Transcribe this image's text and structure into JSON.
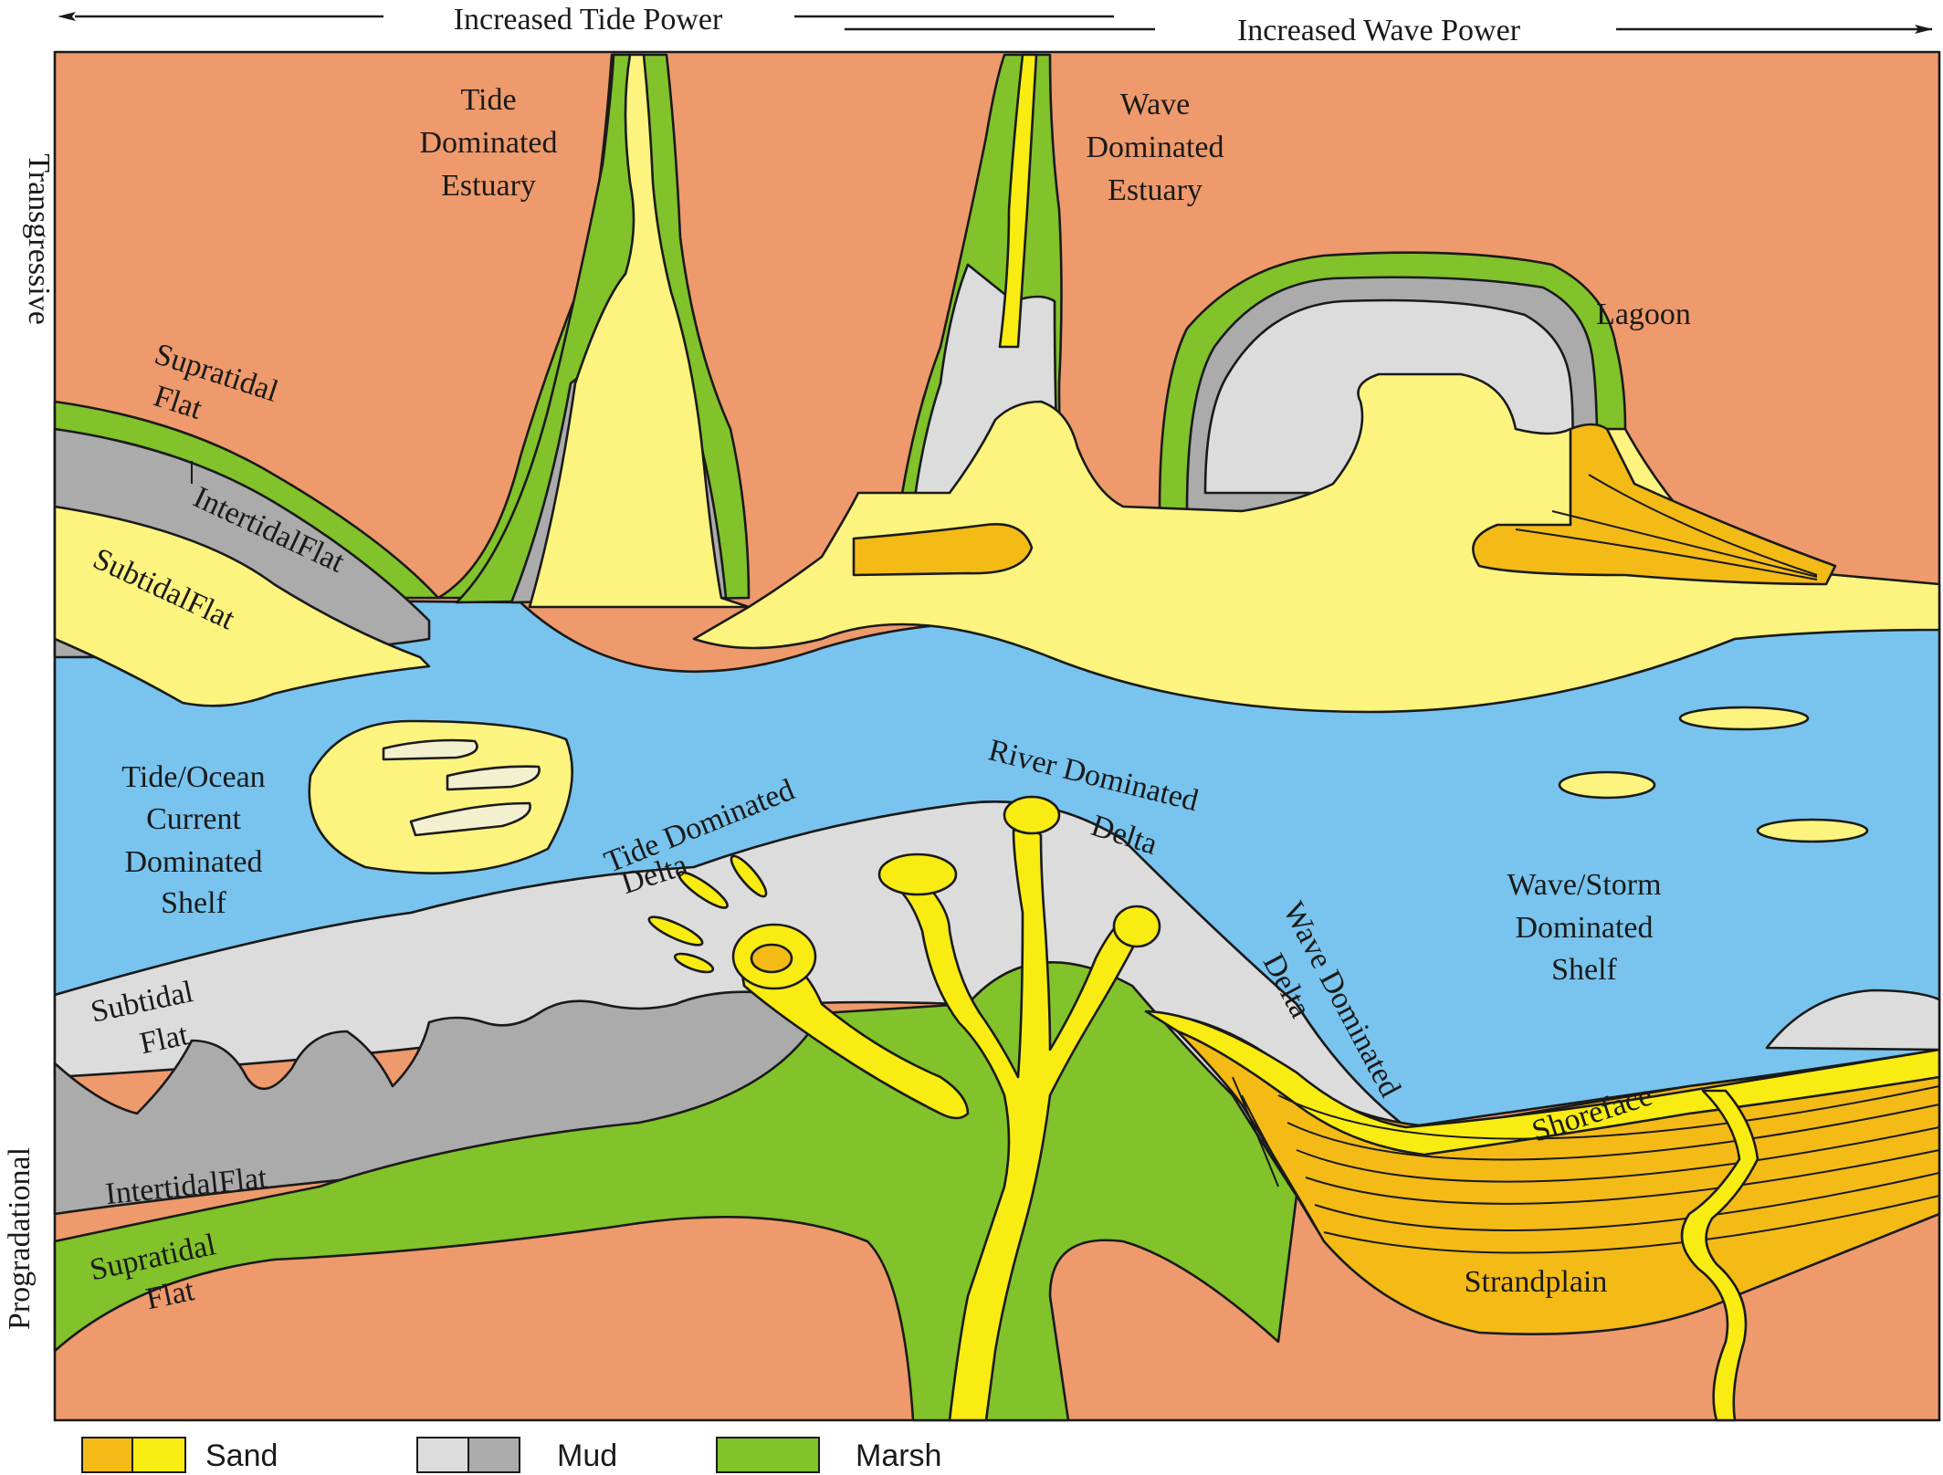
{
  "colors": {
    "land": "#EE9A6C",
    "marsh": "#82C22A",
    "mud_light": "#DCDCDC",
    "mud_dark": "#ABABAB",
    "sand_light": "#FCF47E",
    "sand_yellow": "#F8EC12",
    "sand_orange": "#F4BA16",
    "water": "#78C4EE",
    "outline": "#1a1a1a"
  },
  "arrows": {
    "tide": "Increased Tide Power",
    "wave": "Increased Wave Power"
  },
  "axis": {
    "top": "Transgressive",
    "bottom": "Progradational"
  },
  "labels": {
    "tide_estuary": [
      "Tide",
      "Dominated",
      "Estuary"
    ],
    "wave_estuary": [
      "Wave",
      "Dominated",
      "Estuary"
    ],
    "lagoon": "Lagoon",
    "supratidal_top": [
      "Supratidal",
      "Flat"
    ],
    "intertidal_top": "IntertidalFlat",
    "subtidal_top": "SubtidalFlat",
    "tide_ocean_shelf": [
      "Tide/Ocean",
      "Current",
      "Dominated",
      "Shelf"
    ],
    "tide_delta": [
      "Tide Dominated",
      "Delta"
    ],
    "river_delta": [
      "River Dominated",
      "Delta"
    ],
    "wave_delta": [
      "Wave Dominated",
      "Delta"
    ],
    "wave_storm_shelf": [
      "Wave/Storm",
      "Dominated",
      "Shelf"
    ],
    "subtidal_bottom": [
      "Subtidal",
      "Flat"
    ],
    "intertidal_bottom": "IntertidalFlat",
    "supratidal_bottom": [
      "Supratidal",
      "Flat"
    ],
    "shoreface": "Shoreface",
    "strandplain": "Strandplain"
  },
  "legend": [
    {
      "label": "Sand",
      "swatches": [
        "sand_orange",
        "sand_yellow"
      ]
    },
    {
      "label": "Mud",
      "swatches": [
        "mud_light",
        "mud_dark"
      ]
    },
    {
      "label": "Marsh",
      "swatches": [
        "marsh"
      ]
    }
  ]
}
